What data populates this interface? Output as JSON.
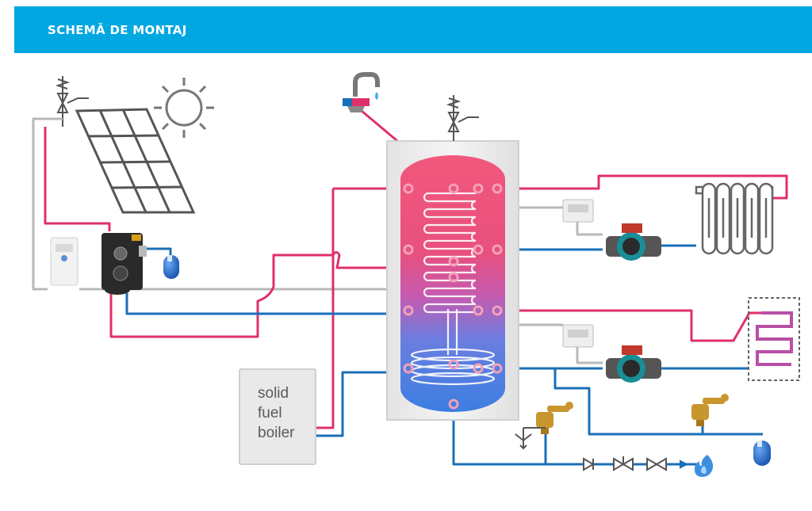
{
  "header": {
    "title": "SCHEMĂ DE MONTAJ"
  },
  "boiler": {
    "line1": "solid",
    "line2": "fuel",
    "line3": "boiler"
  },
  "colors": {
    "banner": "#00a7e1",
    "hot_pipe": "#e0306a",
    "cold_pipe": "#1a6fb8",
    "neutral_pipe": "#b5b5b5",
    "tank_top": "#f0587a",
    "tank_bottom": "#3f7fe0"
  },
  "icons": [
    "valve-icon",
    "sun-icon",
    "solar-panel-icon",
    "faucet-icon",
    "pump-icon",
    "radiator-icon",
    "floor-heating-icon",
    "gas-flame-icon",
    "expansion-vessel-icon",
    "thermostat-icon",
    "solar-controller-icon",
    "drain-icon"
  ]
}
